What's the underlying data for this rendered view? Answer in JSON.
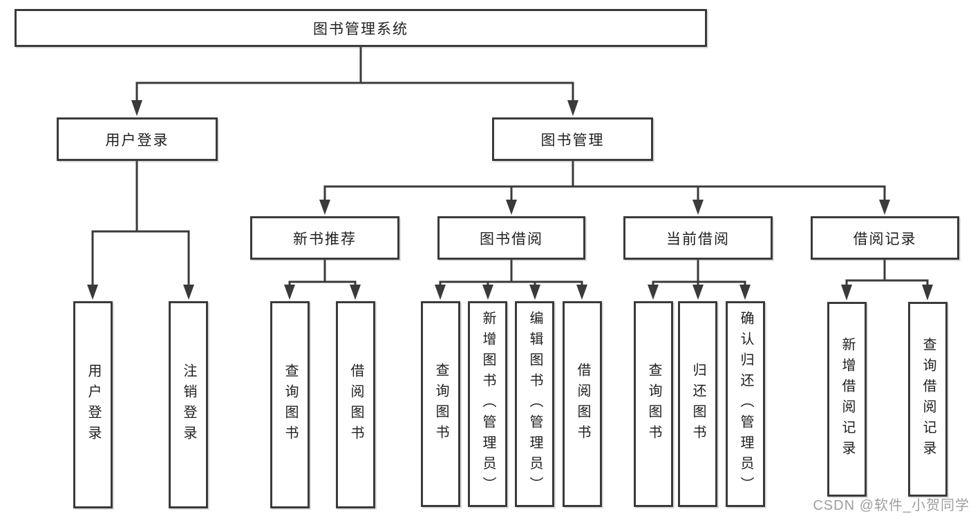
{
  "diagram": {
    "title": "图书管理系统",
    "root": {
      "label": "图书管理系统"
    },
    "level1": [
      {
        "label": "用户登录"
      },
      {
        "label": "图书管理"
      }
    ],
    "level2": [
      {
        "label": "新书推荐"
      },
      {
        "label": "图书借阅"
      },
      {
        "label": "当前借阅"
      },
      {
        "label": "借阅记录"
      }
    ],
    "leaves": {
      "user_login": [
        "用户登录",
        "注销登录"
      ],
      "new_books": [
        "查询图书",
        "借阅图书"
      ],
      "book_borrow": [
        "查询图书",
        "新增图书（管理员）",
        "编辑图书（管理员）",
        "借阅图书"
      ],
      "current_borrow": [
        "查询图书",
        "归还图书",
        "确认归还（管理员）"
      ],
      "borrow_records": [
        "新增借阅记录",
        "查询借阅记录"
      ]
    },
    "colors": {
      "line": "#3a3a3a",
      "box_border": "#3a3a3a",
      "box_fill": "#ffffff",
      "text": "#1f1f1f",
      "watermark": "#9e9e9e"
    },
    "watermark": "CSDN @软件_小贺同学"
  }
}
